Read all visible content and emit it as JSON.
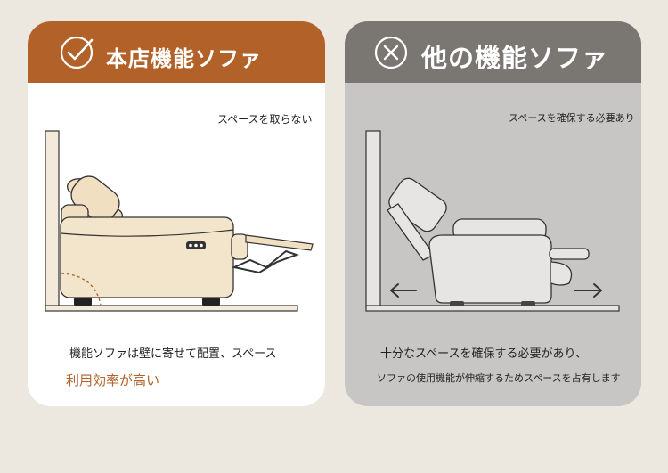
{
  "left_card": {
    "icon": "check-circle-icon",
    "title": "本店機能ソファ",
    "hint": "スペースを取らない",
    "caption": "機能ソファは壁に寄せて配置、スペース",
    "highlight": "利用効率が高い",
    "header_color": "#b26229"
  },
  "right_card": {
    "icon": "cross-circle-icon",
    "title": "他の機能ソファ",
    "hint": "スペースを確保する必要あり",
    "caption_line1": "十分なスペースを確保する必要があり、",
    "caption_line2": "ソファの使用機能が伸縮するためスペースを占有します",
    "header_color": "#7a7672"
  }
}
